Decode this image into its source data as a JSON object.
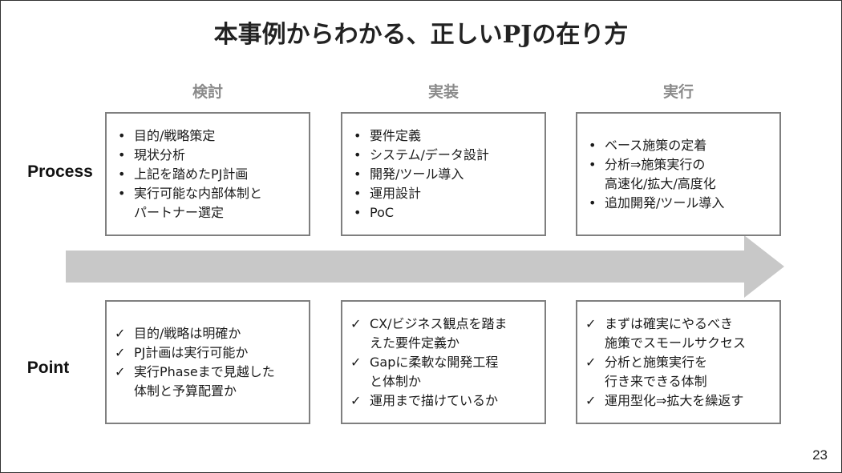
{
  "title": "本事例からわかる、正しいPJの在り方",
  "columns": [
    "検討",
    "実装",
    "実行"
  ],
  "rows": {
    "process_label": "Process",
    "point_label": "Point"
  },
  "process": [
    {
      "items": [
        "目的/戦略策定",
        "現状分析",
        "上記を踏めたPJ計画",
        "実行可能な内部体制と\nパートナー選定"
      ]
    },
    {
      "items": [
        "要件定義",
        "システム/データ設計",
        "開発/ツール導入",
        "運用設計",
        "PoC"
      ]
    },
    {
      "items": [
        "ベース施策の定着",
        "分析⇒施策実行の\n高速化/拡大/高度化",
        "追加開発/ツール導入"
      ]
    }
  ],
  "point": [
    {
      "items": [
        "目的/戦略は明確か",
        "PJ計画は実行可能か",
        "実行Phaseまで見越した\n体制と予算配置か"
      ]
    },
    {
      "items": [
        "CX/ビジネス観点を踏ま\nえた要件定義か",
        "Gapに柔軟な開発工程\nと体制か",
        "運用まで描けているか"
      ]
    },
    {
      "items": [
        "まずは確実にやるべき\n施策でスモールサクセス",
        "分析と施策実行を\n行き来できる体制",
        "運用型化⇒拡大を繰返す"
      ]
    }
  ],
  "markers": {
    "bullet": "•",
    "check": "✓"
  },
  "colors": {
    "arrow": "#c8c8c8",
    "box_border": "#7f7f7f",
    "column_head": "#8a8a8a"
  },
  "page_number": "23"
}
